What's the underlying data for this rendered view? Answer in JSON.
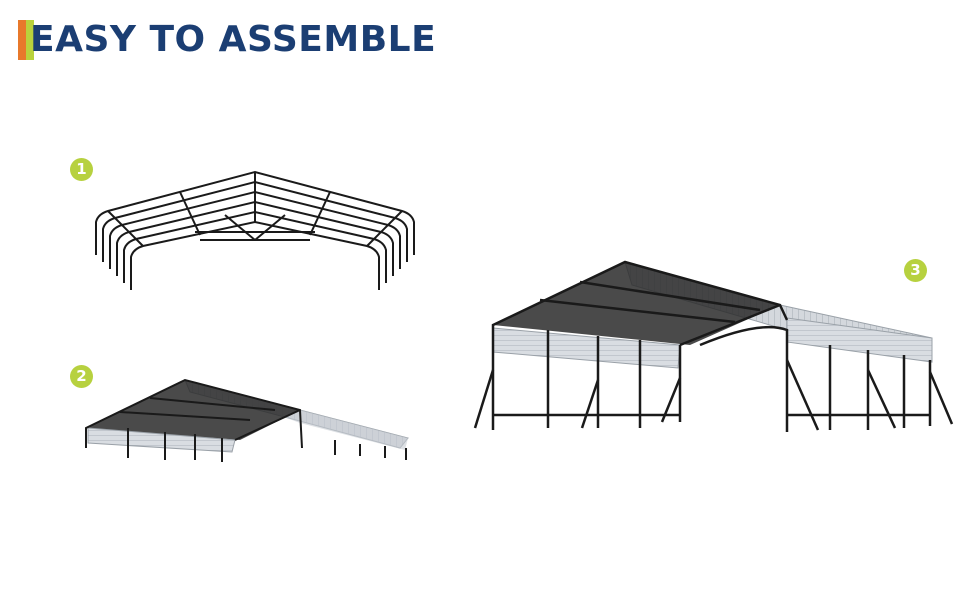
{
  "title": "EASY TO ASSEMBLE",
  "colors": {
    "title": "#1B3E73",
    "accent_orange": "#E8792B",
    "accent_green": "#B9D23C",
    "badge": "#B7D13F",
    "frame": "#1a1a1a",
    "roof": "#cfd4da"
  },
  "steps": [
    {
      "label": "1",
      "image": "frame-only"
    },
    {
      "label": "2",
      "image": "frame-with-roof"
    },
    {
      "label": "3",
      "image": "completed-carport"
    }
  ]
}
